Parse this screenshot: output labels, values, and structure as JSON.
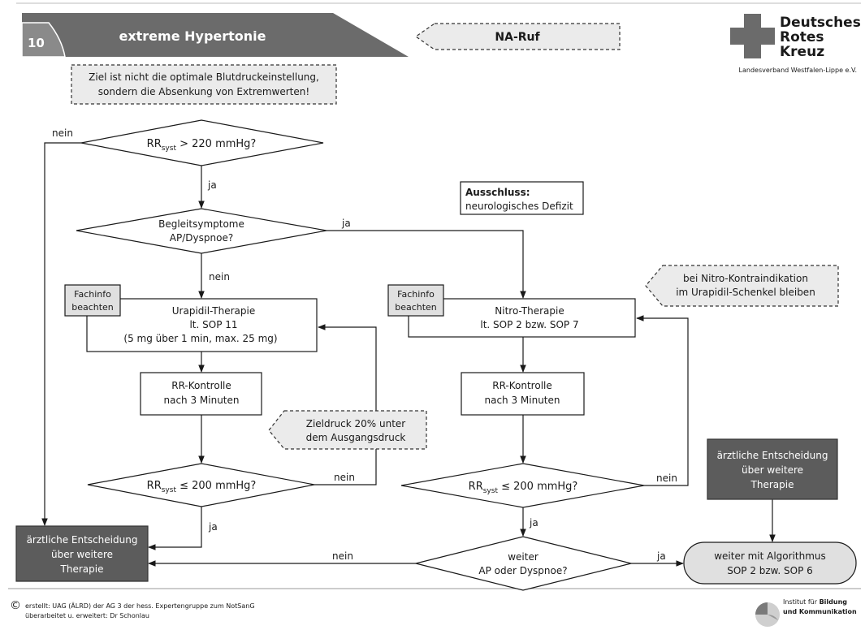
{
  "header": {
    "number": "10",
    "title": "extreme Hypertonie",
    "na_ruf": "NA-Ruf",
    "logo": {
      "line1": "Deutsches",
      "line2": "Rotes",
      "line3": "Kreuz",
      "sub": "Landesverband Westfalen-Lippe e.V."
    }
  },
  "goal_note": {
    "line1": "Ziel ist nicht die optimale Blutdruckeinstellung,",
    "line2": "sondern die Absenkung von Extremwerten!"
  },
  "decisions": {
    "rr220": {
      "pre": "RR",
      "sub": "syst",
      "post": " > 220 mmHg?"
    },
    "symptoms": {
      "line1": "Begleitsymptome",
      "line2": "AP/Dyspnoe?"
    },
    "rr200_left": {
      "pre": "RR",
      "sub": "syst",
      "post": " ≤ 200 mmHg?"
    },
    "rr200_right": {
      "pre": "RR",
      "sub": "syst",
      "post": " ≤ 200 mmHg?"
    },
    "weiter": {
      "line1": "weiter",
      "line2": "AP oder Dyspnoe?"
    }
  },
  "labels": {
    "ja": "ja",
    "nein": "nein"
  },
  "exclusion": {
    "title": "Ausschluss:",
    "text": "neurologisches Defizit"
  },
  "nitro_contra": {
    "line1": "bei Nitro-Kontraindikation",
    "line2": "im Urapidil-Schenkel bleiben"
  },
  "fachinfo": {
    "line1": "Fachinfo",
    "line2": "beachten"
  },
  "urapidil": {
    "line1": "Urapidil-Therapie",
    "line2": "lt. SOP 11",
    "line3": "(5 mg über 1 min, max. 25 mg)"
  },
  "nitro": {
    "line1": "Nitro-Therapie",
    "line2": "lt. SOP 2 bzw. SOP 7"
  },
  "rr_kontrolle": {
    "line1": "RR-Kontrolle",
    "line2": "nach 3 Minuten"
  },
  "zieldruck": {
    "line1": "Zieldruck 20% unter",
    "line2": "dem Ausgangsdruck"
  },
  "arzt": {
    "line1": "ärztliche Entscheidung",
    "line2": "über weitere",
    "line3": "Therapie"
  },
  "weiter_mit": {
    "line1": "weiter mit Algorithmus",
    "line2": "SOP 2 bzw. SOP 6"
  },
  "footer": {
    "copyright": "©",
    "line1": "erstellt: UAG (ÄLRD) der AG 3 der hess. Expertengruppe zum NotSanG",
    "line2": "überarbeitet u. erweitert: Dr Schonlau",
    "institut_line1_a": "Institut für ",
    "institut_line1_b": "Bildung",
    "institut_line2": "und Kommunikation"
  },
  "colors": {
    "dark_box": "#5c5c5c",
    "light_box": "#e0e0e0",
    "header": "#6b6b6b"
  }
}
